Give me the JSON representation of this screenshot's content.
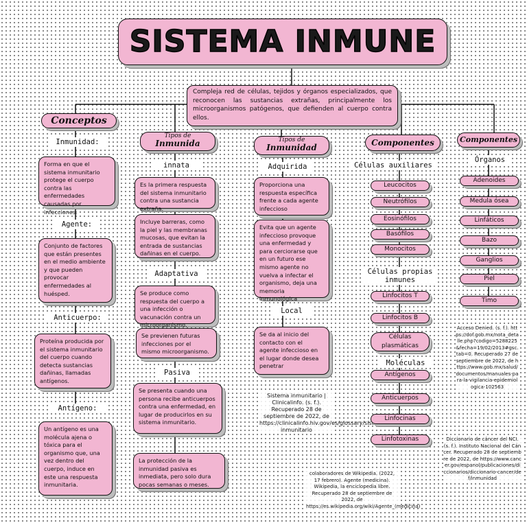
{
  "title": "SISTEMA INMUNE",
  "intro": "Compleja red de células, tejidos y órganos especializados, que reconocen las sustancias extrañas, principalmente los microorganismos patógenos, que defienden al cuerpo contra ellos.",
  "col1": {
    "header": "Conceptos",
    "inmunidad_label": "Inmunidad:",
    "inmunidad_text": "Forma en que el sistema inmunitario protege el cuerpo contra las enfermedades causadas por infecciones.",
    "agente_label": "Agente:",
    "agente_text": "Conjunto de factores que están presentes en el medio ambiente y que pueden provocar enfermedades al huésped.",
    "anticuerpo_label": "Anticuerpo:",
    "anticuerpo_text": "Proteína producida por el sistema inmunitario del cuerpo cuando detecta sustancias dañinas, llamadas antígenos.",
    "antigeno_label": "Antígeno:",
    "antigeno_text": "Un antígeno es una molécula ajena o tóxica para el organismo que, una vez dentro del cuerpo, induce en este una respuesta inmunitaria."
  },
  "col2": {
    "header_top": "Tipos de",
    "header_bottom": "Inmunida",
    "innata_label": "innata",
    "innata_text1": "Es la primera respuesta del sistema inmunitario contra una sustancia extraña.",
    "innata_text2": "Incluye barreras, como la piel y las membranas mucosas, que evitan la entrada de sustancias dañinas en el cuerpo.",
    "adaptativa_label": "Adaptativa",
    "adaptativa_text1": "Se produce como respuesta del cuerpo a una infección o vacunación contra un microorganismo.",
    "adaptativa_text2": "Se previenen futuras infecciones por el mismo microorganismo.",
    "pasiva_label": "Pasiva",
    "pasiva_text1": "Se presenta cuando una persona recibe anticuerpos contra una enfermedad, en lugar de producirlos en su sistema inmunitario.",
    "pasiva_text2": "La protección de la inmunidad pasiva es inmediata, pero solo dura pocas semanas o meses."
  },
  "col3": {
    "header_top": "Tipos de",
    "header_bottom": "Inmunidad",
    "adquirida_label": "Adquirida",
    "adquirida_text1": "Proporciona una respuesta específica frente a cada agente infeccioso",
    "adquirida_text2": "Evita que un agente infeccioso provoque una enfermedad y para cerciorarse que en un futuro ese mismo agente no vuelva a infectar el organismo, deja una memoria inmunológica",
    "local_label": "Local",
    "local_text": "Se da al inicio del contacto con el agente infeccioso en el lugar donde desea penetrar",
    "cite": "Sistema inmunitario | Clinicalinfo. (s. f.). Recuperado 28 de septiembre de 2022, de https://clinicalinfo.hiv.gov/es/glossary/sistema-inmunitario"
  },
  "col4": {
    "header": "Componentes",
    "auxiliares_label": "Células auxiliares",
    "auxiliares": [
      "Leucocitos",
      "Neutrófilos",
      "Eosinófilos",
      "Basófilos",
      "Monocitos"
    ],
    "propias_label": "Células propias inmunes",
    "propias": [
      "Linfocitos T",
      "Linfocitos B",
      "Células plasmáticas"
    ],
    "moleculas_label": "Moléculas",
    "moleculas": [
      "Antígenos",
      "Anticuerpos",
      "Linfocinas",
      "Linfotoxinas"
    ],
    "cite": "colaboradores de Wikipedia. (2022, 17 febrero). Agente (medicina). Wikipedia, la enciclopedia libre. Recuperado 28 de septiembre de 2022, de https://es.wikipedia.org/wiki/Agente_(medicina)"
  },
  "col5": {
    "header": "Componentes",
    "organos_label": "Órganos",
    "organos": [
      "Adenoides",
      "Medula ósea",
      "Linfáticos",
      "Bazo",
      "Ganglios",
      "Piel",
      "Timo"
    ],
    "cite1": "Acceso Denied. (s. f.). https://dof.gob.mx/nota_detalle.php?codigo=5288225&fecha=19/02/2013#gsc.tab=0. Recuperado 27 de septiembre de 2022, de https://www.gob.mx/salud/documentos/manuales-para-la-vigilancia-epidemiologica-102563",
    "cite2": "Diccionario de cáncer del NCI. (s. f.). Instituto Nacional del Cáncer. Recuperado 28 de septiembre de 2022, de https://www.cancer.gov/espanol/publicaciones/diccionarios/diccionario-cancer/def/inmunidad"
  }
}
